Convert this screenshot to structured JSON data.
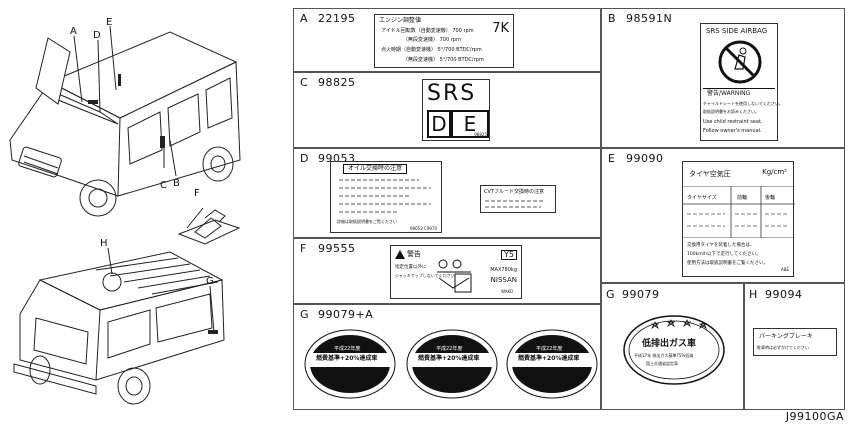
{
  "callouts": {
    "A": "A",
    "B": "B",
    "C": "C",
    "D": "D",
    "E": "E",
    "F": "F",
    "G": "G",
    "H": "H"
  },
  "cells": {
    "a": {
      "letter": "A",
      "part": "22195"
    },
    "b": {
      "letter": "B",
      "part": "98591N"
    },
    "c": {
      "letter": "C",
      "part": "98825"
    },
    "d": {
      "letter": "D",
      "part": "99053"
    },
    "e": {
      "letter": "E",
      "part": "99090"
    },
    "f": {
      "letter": "F",
      "part": "99555"
    },
    "g1": {
      "letter": "G",
      "part": "99079+A"
    },
    "g2": {
      "letter": "G",
      "part": "99079"
    },
    "h": {
      "letter": "H",
      "part": "99094"
    }
  },
  "label_a": {
    "title": "エンジン調整値",
    "row1": "アイドル回転数（自動変速機）  700 rpm",
    "row2": "（無段変速機）  700 rpm",
    "row3": "点火時期（自動変速機）  5°/700 BTDC/rpm",
    "row4": "（無段変速機）  5°/700 BTDC/rpm",
    "tag": "7K"
  },
  "label_b": {
    "title": "SRS SIDE AIRBAG",
    "warn": "警告/WARNING",
    "line1": "チャイルドシートを使用しないでください。",
    "line2": "取扱説明書をお読みください。",
    "line3": "Use child restraint seat.",
    "line4": "Follow owner's manual."
  },
  "label_c": {
    "srs": "SRS",
    "d": "D",
    "e": "E",
    "foot": "98825"
  },
  "label_d": {
    "title": "オイル交換時の注意",
    "foot1": "詳細は取扱説明書をご覧ください",
    "foot2": "99053 C9970",
    "cvt": "CVTフルード交換時の注意"
  },
  "label_e": {
    "title": "タイヤ空気圧",
    "unit": "Kg/cm²",
    "col1": "タイヤサイズ",
    "col2": "前輪",
    "col3": "後輪",
    "note1": "交換用タイヤを装着した場合は、",
    "note2": "100km/h以下で走行してください。",
    "note3": "使用方法は取扱説明書をご覧ください。",
    "foot": "ABE"
  },
  "label_f": {
    "warn": "警告",
    "text1": "指定位置以外に",
    "text2": "ジャッキアップしないでください",
    "tag": "Y5",
    "max": "MAX780kg",
    "brand": "NISSAN",
    "sub": "WAKO"
  },
  "label_g1": {
    "year": "平成22年度",
    "main": "燃費基準+20%達成車"
  },
  "label_g2": {
    "main": "低排出ガス車",
    "line1": "平成17年 排出ガス基準75%低減",
    "line2": "国土交通省認定車"
  },
  "label_h": {
    "title": "パーキングブレーキ",
    "sub": "駐車時は必ずかけてください"
  },
  "diagram_code": "J99100GA"
}
